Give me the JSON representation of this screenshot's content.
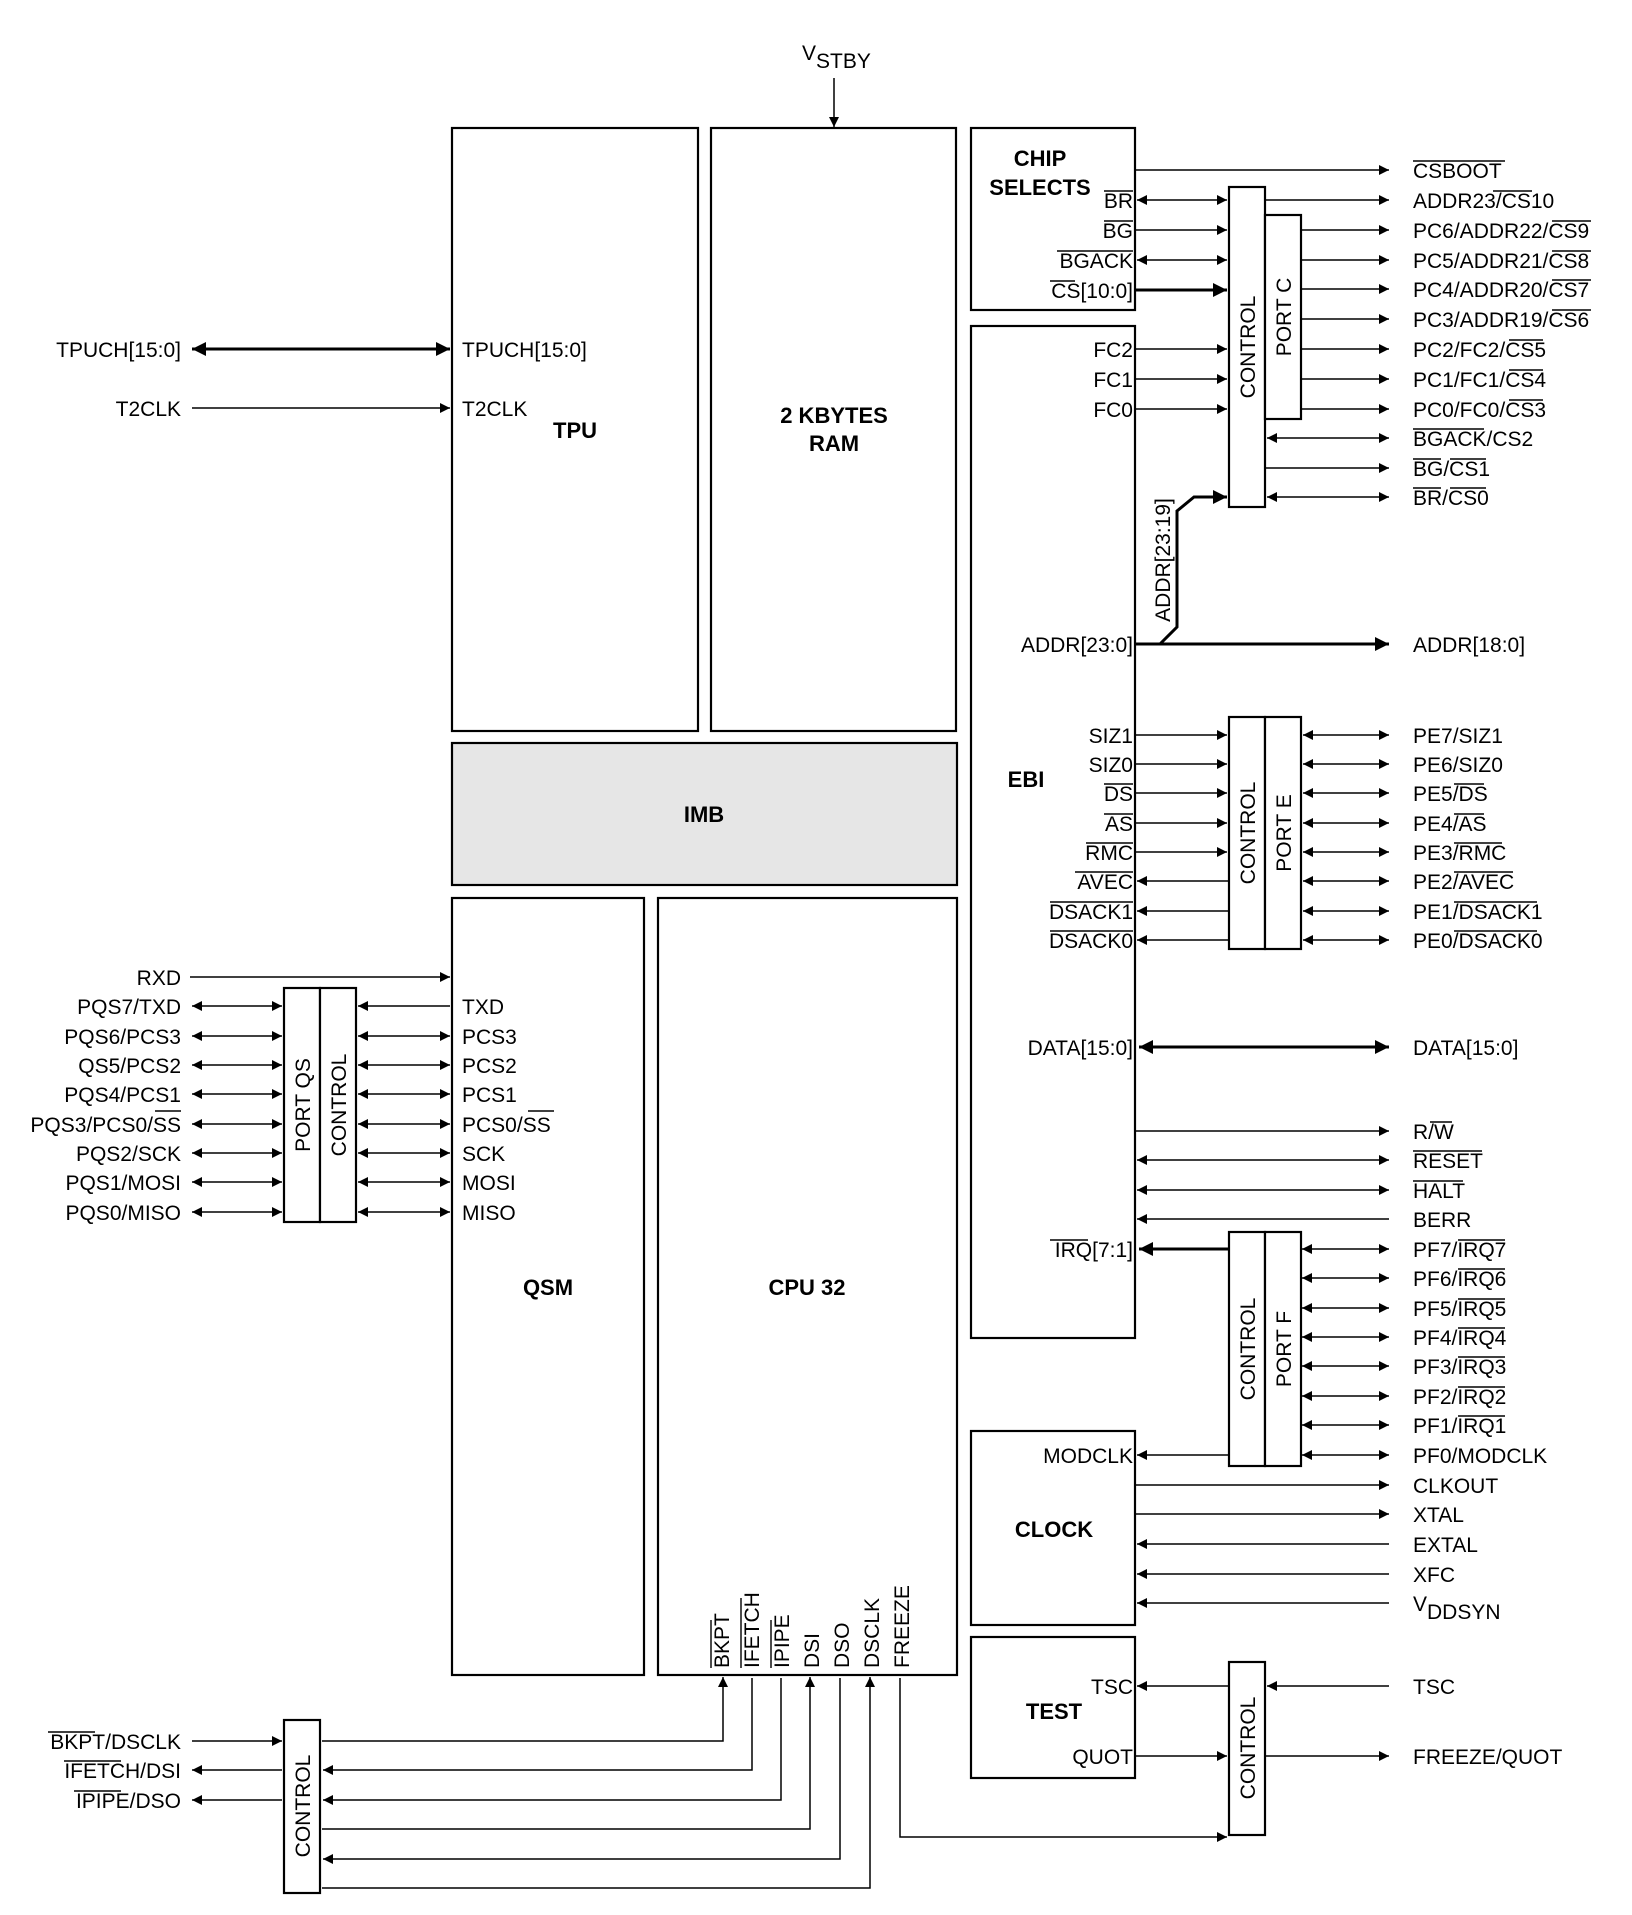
{
  "power": {
    "vstby": "V",
    "vstby_sub": "STBY"
  },
  "blocks": {
    "tpu": "TPU",
    "ram_line1": "2 KBYTES",
    "ram_line2": "RAM",
    "imb": "IMB",
    "qsm": "QSM",
    "cpu": "CPU 32",
    "chip_selects_line1": "CHIP",
    "chip_selects_line2": "SELECTS",
    "ebi": "EBI",
    "clock": "CLOCK",
    "test": "TEST"
  },
  "port_labels": {
    "control": "CONTROL",
    "port_c": "PORT C",
    "port_e": "PORT E",
    "port_f": "PORT F",
    "port_qs": "PORT QS"
  },
  "tpu_signals": {
    "ext_tpuch": "TPUCH[15:0]",
    "ext_t2clk": "T2CLK",
    "int_tpuch": "TPUCH[15:0]",
    "int_t2clk": "T2CLK"
  },
  "qsm_signals": {
    "external": [
      "RXD",
      "PQS7/TXD",
      "PQS6/PCS3",
      "QS5/PCS2",
      "PQS4/PCS1",
      "PQS3/PCS0/SS",
      "PQS2/SCK",
      "PQS1/MOSI",
      "PQS0/MISO"
    ],
    "internal": [
      "TXD",
      "PCS3",
      "PCS2",
      "PCS1",
      "PCS0/SS",
      "SCK",
      "MOSI",
      "MISO"
    ]
  },
  "cpu_signals": {
    "internal": [
      "BKPT",
      "IFETCH",
      "IPIPE",
      "DSI",
      "DSO",
      "DSCLK",
      "FREEZE"
    ],
    "external": [
      "BKPT/DSCLK",
      "IFETCH/DSI",
      "IPIPE/DSO"
    ]
  },
  "chip_select_signals": {
    "internal": [
      "BR",
      "BG",
      "BGACK",
      "CS[10:0]"
    ],
    "external": [
      "CSBOOT",
      "ADDR23/CS10",
      "PC6/ADDR22/CS9",
      "PC5/ADDR21/CS8",
      "PC4/ADDR20/CS7",
      "PC3/ADDR19/CS6",
      "PC2/FC2/CS5",
      "PC1/FC1/CS4",
      "PC0/FC0/CS3",
      "BGACK/CS2",
      "BG/CS1",
      "BR/CS0"
    ]
  },
  "ebi_signals": {
    "fc": [
      "FC2",
      "FC1",
      "FC0"
    ],
    "addr_bus": "ADDR[23:19]",
    "addr_int": "ADDR[23:0]",
    "addr_ext": "ADDR[18:0]",
    "porte_internal": [
      "SIZ1",
      "SIZ0",
      "DS",
      "AS",
      "RMC",
      "AVEC",
      "DSACK1",
      "DSACK0"
    ],
    "porte_external": [
      "PE7/SIZ1",
      "PE6/SIZ0",
      "PE5/DS",
      "PE4/AS",
      "PE3/RMC",
      "PE2/AVEC",
      "PE1/DSACK1",
      "PE0/DSACK0"
    ],
    "data_int": "DATA[15:0]",
    "data_ext": "DATA[15:0]",
    "bus_control": [
      "R/W",
      "RESET",
      "HALT",
      "BERR"
    ],
    "irq_int": "IRQ[7:1]",
    "portf_external": [
      "PF7/IRQ7",
      "PF6/IRQ6",
      "PF5/IRQ5",
      "PF4/IRQ4",
      "PF3/IRQ3",
      "PF2/IRQ2",
      "PF1/IRQ1",
      "PF0/MODCLK"
    ]
  },
  "clock_signals": {
    "modclk": "MODCLK",
    "external": [
      "CLKOUT",
      "XTAL",
      "EXTAL",
      "XFC"
    ],
    "vddsyn": "V",
    "vddsyn_sub": "DDSYN"
  },
  "test_signals": {
    "tsc_int": "TSC",
    "quot_int": "QUOT",
    "tsc_ext": "TSC",
    "freeze_quot_ext": "FREEZE/QUOT"
  }
}
